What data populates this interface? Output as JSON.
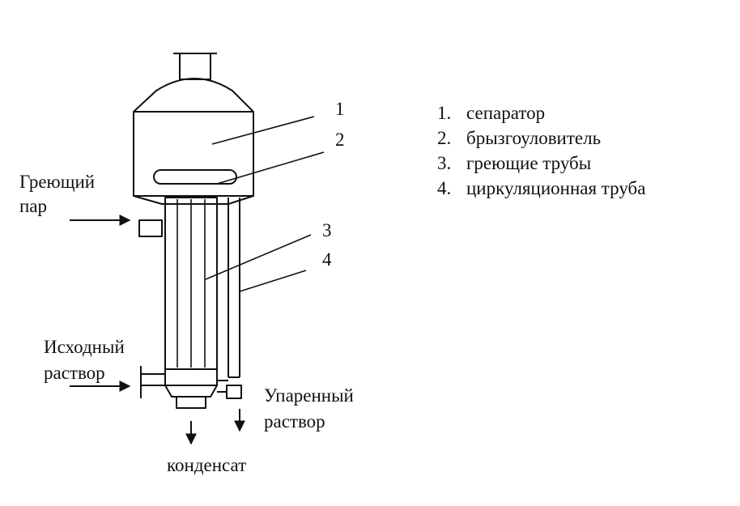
{
  "labels": {
    "heating_steam": [
      "Греющий",
      "пар"
    ],
    "initial_solution": [
      "Исходный",
      "раствор"
    ],
    "evaporated_solution": [
      "Упаренный",
      "раствор"
    ],
    "condensate": "конденсат",
    "callouts": [
      "1",
      "2",
      "3",
      "4"
    ]
  },
  "legend": [
    {
      "num": "1.",
      "text": "сепаратор"
    },
    {
      "num": "2.",
      "text": "брызгоуловитель"
    },
    {
      "num": "3.",
      "text": "греющие трубы"
    },
    {
      "num": "4.",
      "text": "циркуляционная труба"
    }
  ]
}
